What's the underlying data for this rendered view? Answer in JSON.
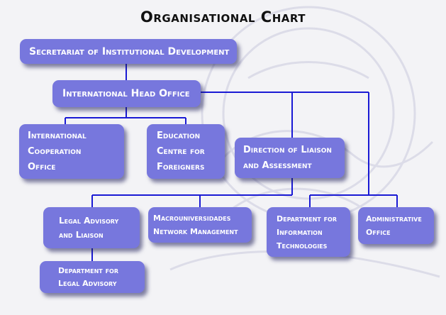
{
  "title": "Organisational Chart",
  "colors": {
    "box": "#7777dd",
    "line": "#1a1ad4",
    "text": "#ffffff"
  },
  "nodes": {
    "secretariat": "Secretariat of Institutional Development",
    "international_head_office": "International Head Office",
    "international_cooperation": "International\nCooperation\nOffice",
    "education_centre": "Education\nCentre for\nForeigners",
    "direction_liaison": "Direction of Liaison\nand Assessment",
    "legal_advisory_liaison": "Legal Advisory\nand Liaison",
    "macrouniversidades": "Macrouniversidades\nNetwork Management",
    "dept_info_tech": "Department for\nInformation\nTechnologies",
    "administrative_office": "Administrative\nOffice",
    "dept_legal_advisory": "Department for\nLegal Advisory"
  }
}
